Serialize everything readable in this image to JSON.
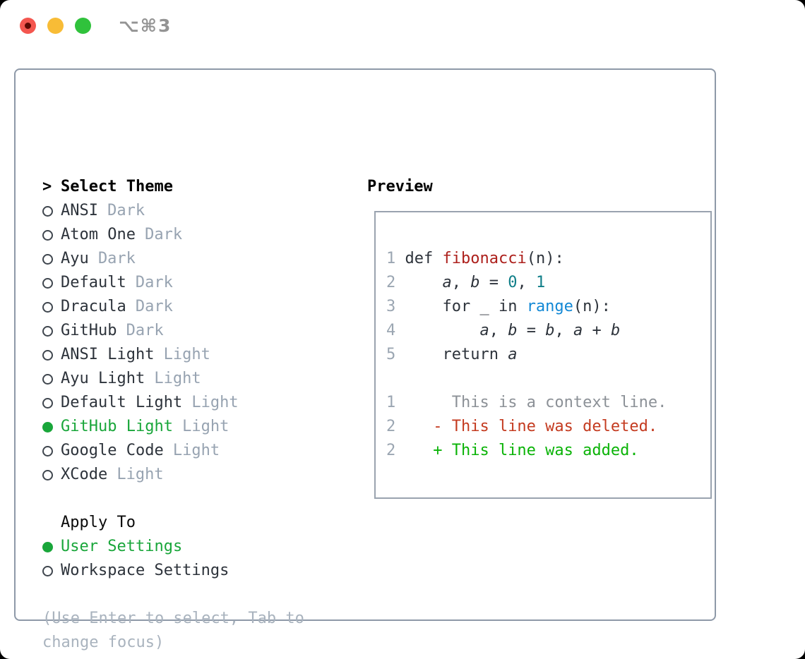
{
  "titlebar": {
    "shortcut": "⌥⌘3"
  },
  "colors": {
    "accent_green": "#19a63a",
    "panel_border": "#8e99a8",
    "func_red": "#ad201c",
    "number_teal": "#0f7e88",
    "call_blue": "#1288d5",
    "diff_deleted": "#c43b20",
    "diff_added": "#0ab307",
    "muted_gray": "#97a3b1"
  },
  "theme_selector": {
    "prompt": ">",
    "title": "Select Theme",
    "items": [
      {
        "name": "ANSI",
        "variant": "Dark",
        "selected": false
      },
      {
        "name": "Atom One",
        "variant": "Dark",
        "selected": false
      },
      {
        "name": "Ayu",
        "variant": "Dark",
        "selected": false
      },
      {
        "name": "Default",
        "variant": "Dark",
        "selected": false
      },
      {
        "name": "Dracula",
        "variant": "Dark",
        "selected": false
      },
      {
        "name": "GitHub",
        "variant": "Dark",
        "selected": false
      },
      {
        "name": "ANSI Light",
        "variant": "Light",
        "selected": false
      },
      {
        "name": "Ayu Light",
        "variant": "Light",
        "selected": false
      },
      {
        "name": "Default Light",
        "variant": "Light",
        "selected": false
      },
      {
        "name": "GitHub Light",
        "variant": "Light",
        "selected": true
      },
      {
        "name": "Google Code",
        "variant": "Light",
        "selected": false
      },
      {
        "name": "XCode",
        "variant": "Light",
        "selected": false
      }
    ]
  },
  "apply_to": {
    "title": "Apply To",
    "options": [
      {
        "label": "User Settings",
        "selected": true
      },
      {
        "label": "Workspace Settings",
        "selected": false
      }
    ]
  },
  "hint_lines": [
    "(Use Enter to select, Tab to",
    "change focus)"
  ],
  "preview": {
    "title": "Preview",
    "code_lines": [
      {
        "num": "1",
        "tokens": [
          [
            " def ",
            "plain"
          ],
          [
            "fibonacci",
            "func"
          ],
          [
            "(n):",
            "plain"
          ]
        ]
      },
      {
        "num": "2",
        "tokens": [
          [
            "     ",
            "plain"
          ],
          [
            "a",
            "var"
          ],
          [
            ", ",
            "plain"
          ],
          [
            "b",
            "var"
          ],
          [
            " = ",
            "plain"
          ],
          [
            "0",
            "num"
          ],
          [
            ", ",
            "plain"
          ],
          [
            "1",
            "num"
          ]
        ]
      },
      {
        "num": "3",
        "tokens": [
          [
            "     for _ in ",
            "plain"
          ],
          [
            "range",
            "call"
          ],
          [
            "(n):",
            "plain"
          ]
        ]
      },
      {
        "num": "4",
        "tokens": [
          [
            "         ",
            "plain"
          ],
          [
            "a",
            "var"
          ],
          [
            ", ",
            "plain"
          ],
          [
            "b",
            "var"
          ],
          [
            " = ",
            "plain"
          ],
          [
            "b",
            "var"
          ],
          [
            ", ",
            "plain"
          ],
          [
            "a",
            "var"
          ],
          [
            " + ",
            "plain"
          ],
          [
            "b",
            "var"
          ]
        ]
      },
      {
        "num": "5",
        "tokens": [
          [
            "     return ",
            "plain"
          ],
          [
            "a",
            "var"
          ]
        ]
      }
    ],
    "diff_lines": [
      {
        "num": "1",
        "tokens": [
          [
            "      This is a context line.",
            "context"
          ]
        ]
      },
      {
        "num": "2",
        "tokens": [
          [
            "    - This line was deleted.",
            "deleted"
          ]
        ]
      },
      {
        "num": "2",
        "tokens": [
          [
            "    + This line was added.",
            "added"
          ]
        ]
      }
    ]
  }
}
